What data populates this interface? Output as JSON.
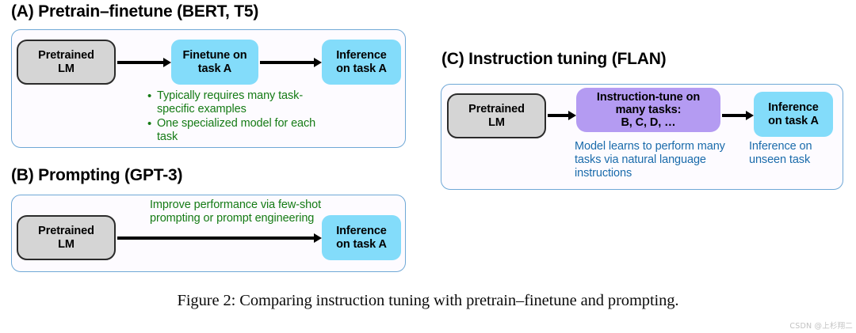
{
  "figure": {
    "caption": "Figure 2: Comparing instruction tuning with pretrain–finetune and prompting.",
    "watermark": "CSDN @上杉翔二"
  },
  "colors": {
    "panel_border": "#6fa8d6",
    "panel_background": "#fdfbff",
    "pretrained_box": "#d5d5d5",
    "pretrained_border": "#2b2b2b",
    "blue_box": "#83dcfa",
    "purple_box": "#b49bf2",
    "green_text": "#157b15",
    "blue_text": "#1a6bab",
    "arrow": "#000000"
  },
  "panels": {
    "a": {
      "heading": "(A) Pretrain–finetune (BERT, T5)",
      "nodes": {
        "pretrained": "Pretrained\nLM",
        "finetune": "Finetune on\ntask A",
        "inference": "Inference\non task A"
      },
      "bullets": [
        "Typically requires many task-specific examples",
        "One specialized model for each task"
      ]
    },
    "b": {
      "heading": "(B) Prompting (GPT-3)",
      "nodes": {
        "pretrained": "Pretrained\nLM",
        "inference": "Inference\non task A"
      },
      "note": "Improve performance via few-shot prompting or prompt engineering"
    },
    "c": {
      "heading": "(C) Instruction tuning (FLAN)",
      "nodes": {
        "pretrained": "Pretrained\nLM",
        "instruction_tune": "Instruction-tune on\nmany tasks:\nB, C, D, …",
        "inference": "Inference\non task A"
      },
      "note_left": "Model learns to perform many tasks via natural language instructions",
      "note_right": "Inference on unseen task"
    }
  }
}
